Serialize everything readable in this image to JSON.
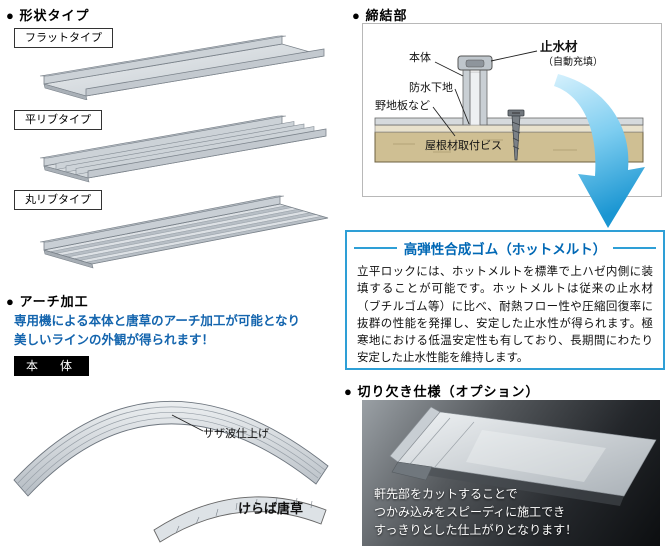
{
  "colors": {
    "accent_blue": "#2e9fd6",
    "title_blue": "#0068b5",
    "description_blue": "#1465ae"
  },
  "shape_section": {
    "heading": "● 形状タイプ",
    "types": [
      {
        "label": "フラットタイプ"
      },
      {
        "label": "平リブタイプ"
      },
      {
        "label": "丸リブタイプ"
      }
    ]
  },
  "arch_section": {
    "heading": "● アーチ加工",
    "description": "専用機による本体と唐草のアーチ加工が可能となり\n美しいラインの外観が得られます！",
    "body_tag": "本　体",
    "label_wave": "サザ波仕上げ",
    "label_keraba": "けらば唐草"
  },
  "fastening_section": {
    "heading": "● 締結部",
    "labels": {
      "body": "本体",
      "sealant": "止水材",
      "sealant_note": "（自動充填）",
      "underlay": "防水下地",
      "sheathing": "野地板など",
      "screw": "屋根材取付ビス"
    }
  },
  "hotmelt_box": {
    "title": "高弾性合成ゴム（ホットメルト）",
    "body": "立平ロックには、ホットメルトを標準で上ハゼ内側に装填することが可能です。ホットメルトは従来の止水材（ブチルゴム等）に比べ、耐熱フロー性や圧縮回復率に抜群の性能を発揮し、安定した止水性が得られます。極寒地における低温安定性も有しており、長期間にわたり安定した止水性能を維持します。"
  },
  "notch_section": {
    "heading": "● 切り欠き仕様（オプション）",
    "caption": "軒先部をカットすることで\nつかみ込みをスピーディに施工でき\nすっきりとした仕上がりとなります！"
  }
}
